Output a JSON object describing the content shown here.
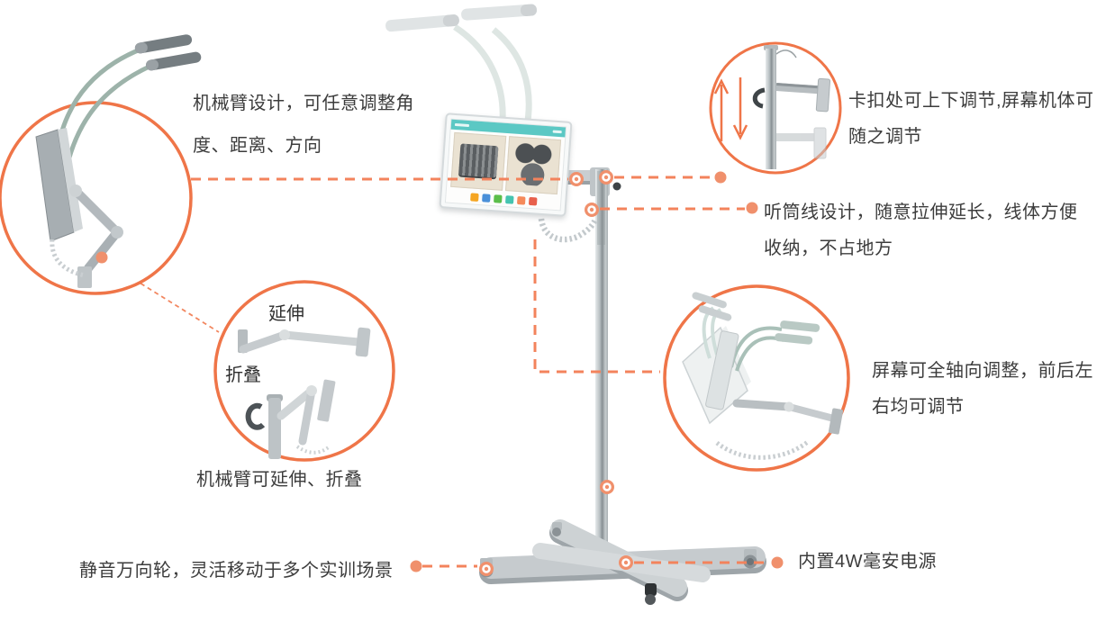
{
  "figure_type": "product-feature-callout-diagram",
  "colors": {
    "accent_orange": "#EF7548",
    "marker_orange": "#F0906C",
    "dash_orange": "#F3835C",
    "text_color": "#3C3C3C",
    "metal_gray": "#C3C8CB",
    "gooseneck_green": "#9DB3AA",
    "screen_header_teal": "#5BC8C4"
  },
  "annotations": {
    "arm_design": {
      "line1": "机械臂设计，可任意调整角",
      "line2": "度、距离、方向"
    },
    "clamp": {
      "line1": "卡扣处可上下调节,屏幕机体可",
      "line2": "随之调节"
    },
    "cord": {
      "line1": "听筒线设计，随意拉伸延长，线体方便",
      "line2": "收纳，不占地方"
    },
    "screen_axis": {
      "line1": "屏幕可全轴向调整，前后左",
      "line2": "右均可调节"
    },
    "fold": {
      "text": "机械臂可延伸、折叠"
    },
    "wheels": {
      "text": "静音万向轮，灵活移动于多个实训场景"
    },
    "power": {
      "text": "内置4W毫安电源"
    }
  },
  "callout_labels": {
    "extend": "延伸",
    "fold": "折叠"
  },
  "device_screen": {
    "header_color": "#5BC8C4",
    "app_icon_colors": [
      "#F5A623",
      "#4A90D9",
      "#5BBE4A",
      "#45C4B0",
      "#F58A5B",
      "#E8604C"
    ]
  }
}
